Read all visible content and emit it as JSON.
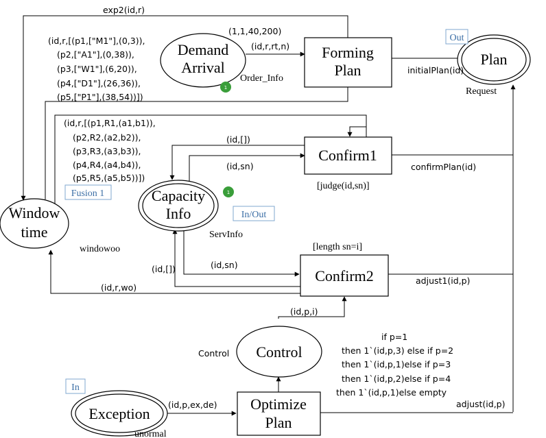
{
  "places": {
    "demand_arrival": {
      "line1": "Demand",
      "line2": "Arrival",
      "type_label": "Order_Info",
      "token_count": "1",
      "initial_marking": "(1,1,40,200)"
    },
    "plan": {
      "label": "Plan",
      "port_tag": "Out",
      "type_label": "Request"
    },
    "window_time": {
      "line1": "Window",
      "line2": "time",
      "fusion_tag": "Fusion 1",
      "type_label": "windowoo"
    },
    "capacity_info": {
      "line1": "Capacity",
      "line2": "Info",
      "port_tag": "In/Out",
      "type_label": "ServInfo",
      "token_count": "1"
    },
    "control": {
      "label": "Control",
      "type_label": "Control"
    },
    "exception": {
      "label": "Exception",
      "port_tag": "In",
      "type_label": "unormal"
    }
  },
  "transitions": {
    "forming_plan": {
      "line1": "Forming",
      "line2": "Plan"
    },
    "confirm1": {
      "label": "Confirm1",
      "guard": "[judge(id,sn)]"
    },
    "confirm2": {
      "label": "Confirm2",
      "guard": "[length sn=i]"
    },
    "optimize_plan": {
      "line1": "Optimize",
      "line2": "Plan"
    }
  },
  "arcs": {
    "exp2": "exp2(id,r)",
    "demand_to_forming": "(id,r,rt,n)",
    "initial_plan": "initialPlan(id)",
    "confirm_plan": "confirmPlan(id)",
    "confirm1_to_capacity": "(id,[])",
    "capacity_to_confirm1": "(id,sn)",
    "confirm2_to_capacity": "(id,[])",
    "capacity_to_confirm2": "(id,sn)",
    "confirm2_to_window": "(id,r,wo)",
    "adjust1": "adjust1(id,p)",
    "control_to_confirm2": "(id,p,i)",
    "exception_to_optimize": "(id,p,ex,de)",
    "adjust": "adjust(id,p)",
    "window_expr": [
      "(id,r,[(p1,[\"M1\"],(0,3)),",
      "(p2,[\"A1\"],(0,38)),",
      "(p3,[\"W1\"],(6,20)),",
      "(p4,[\"D1\"],(26,36)),",
      "(p5,[\"P1\"],(38,54))])"
    ],
    "resource_expr": [
      "(id,r,[(p1,R1,(a1,b1)),",
      "(p2,R2,(a2,b2)),",
      "(p3,R3,(a3,b3)),",
      "(p4,R4,(a4,b4)),",
      "(p5,R5,(a5,b5))])"
    ],
    "optimize_expr": [
      "if p=1",
      "then 1`(id,p,3) else if p=2",
      "then 1`(id,p,1)else if p=3",
      "then 1`(id,p,2)else if p=4",
      "then 1`(id,p,1)else empty"
    ]
  },
  "colors": {
    "stroke": "#000000",
    "token": "#3a9e3a",
    "tag_border": "#7fa7cf",
    "tag_text": "#3b6ea5"
  }
}
